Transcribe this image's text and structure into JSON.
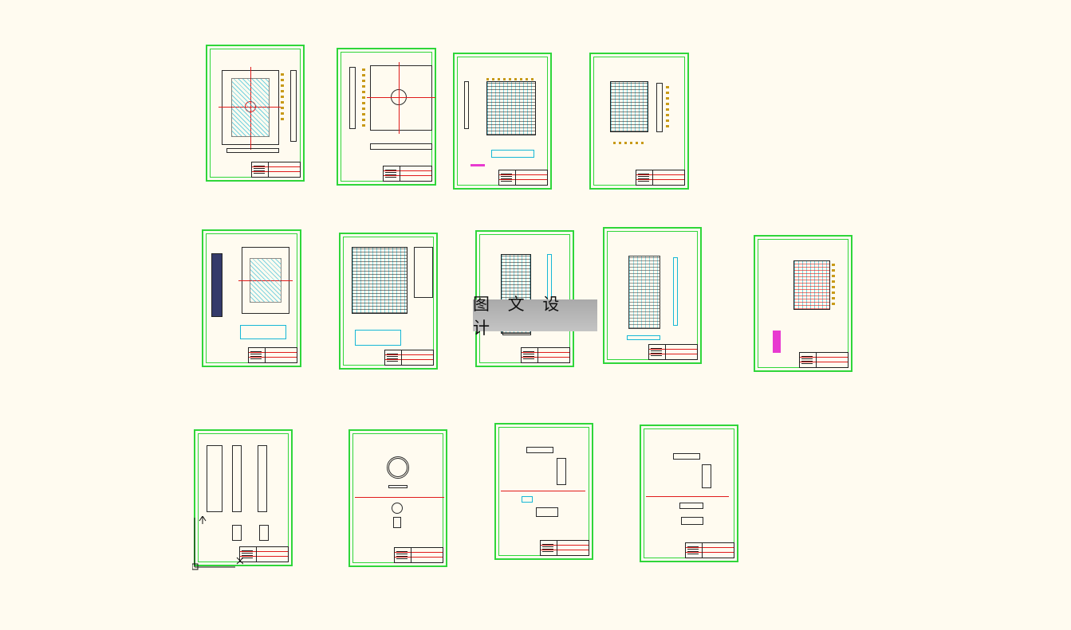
{
  "watermark": {
    "text": "图 文 设 计"
  },
  "colors": {
    "background": "#fffbf0",
    "sheet_border": "#2fd63a",
    "centerline": "#e01b1b",
    "dimension": "#c89a18",
    "section": "#16b7d6",
    "highlight": "#e83ad0"
  },
  "drawing_sheets": [
    {
      "id": "sheet-1",
      "content": "mold-assembly-plan"
    },
    {
      "id": "sheet-2",
      "content": "fixed-plate-plan"
    },
    {
      "id": "sheet-3",
      "content": "cavity-insert-plan"
    },
    {
      "id": "sheet-4",
      "content": "core-insert-plan"
    },
    {
      "id": "sheet-5",
      "content": "moving-plate-plan"
    },
    {
      "id": "sheet-6",
      "content": "ejector-layout-plan"
    },
    {
      "id": "sheet-7",
      "content": "slider-detail"
    },
    {
      "id": "sheet-8",
      "content": "lifter-detail"
    },
    {
      "id": "sheet-9",
      "content": "product-layout"
    },
    {
      "id": "sheet-10",
      "content": "support-block-detail"
    },
    {
      "id": "sheet-11",
      "content": "locating-ring-detail"
    },
    {
      "id": "sheet-12",
      "content": "insert-parts-detail-a"
    },
    {
      "id": "sheet-13",
      "content": "insert-parts-detail-b"
    }
  ],
  "ucs_icon": "ucs-axis-icon"
}
